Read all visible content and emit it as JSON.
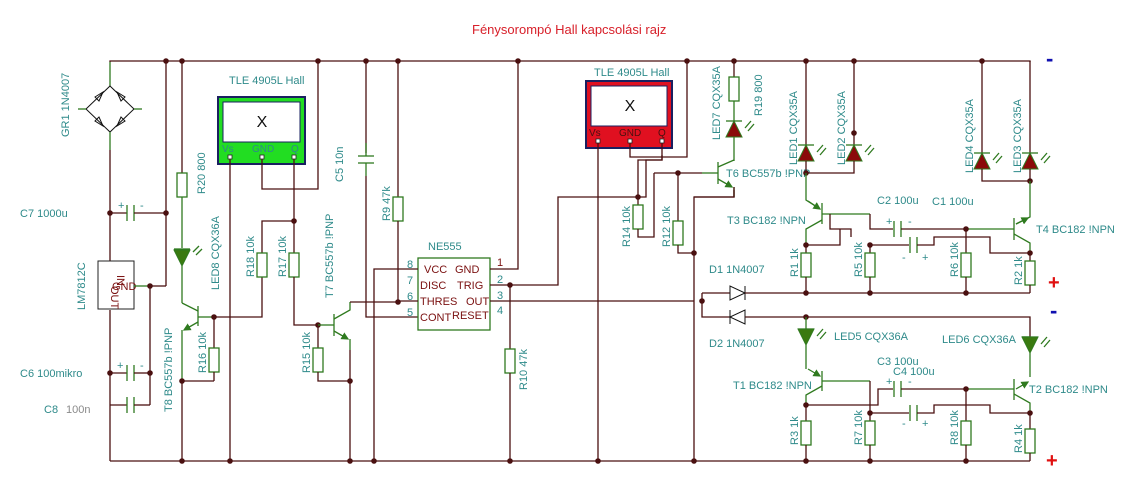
{
  "title": "Fénysorompó Hall kapcsolási rajz",
  "terminals": {
    "minus": "-",
    "plus": "+"
  },
  "hall1": {
    "label": "TLE 4905L Hall",
    "symbol": "X",
    "pins": [
      "Vs",
      "GND",
      "Q"
    ],
    "body_color": "#22dd22"
  },
  "hall2": {
    "label": "TLE 4905L Hall",
    "symbol": "X",
    "pins": [
      "Vs",
      "GND",
      "Q"
    ],
    "body_color": "#e01020"
  },
  "ic": {
    "label": "NE555",
    "left_pins": [
      {
        "num": "8",
        "name": "VCC"
      },
      {
        "num": "7",
        "name": "DISC"
      },
      {
        "num": "6",
        "name": "THRES"
      },
      {
        "num": "5",
        "name": "CONT"
      }
    ],
    "right_pins": [
      {
        "num": "1",
        "name": "GND"
      },
      {
        "num": "2",
        "name": "TRIG"
      },
      {
        "num": "3",
        "name": "OUT"
      },
      {
        "num": "4",
        "name": "RESET"
      }
    ]
  },
  "regulator": {
    "label": "LM7812C",
    "pins": {
      "in": "IN",
      "gnd": "GND",
      "out": "OUT"
    }
  },
  "components": {
    "gr1": "GR1 1N4007",
    "c7": "C7 1000u",
    "c6": "C6 100mikro",
    "c8_name": "C8",
    "c8_value": "100n",
    "c5": "C5 10n",
    "r20": "R20 800",
    "led8": "LED8 CQX36A",
    "t8": "T8 BC557b !PNP",
    "r16": "R16 10k",
    "r18": "R18 10k",
    "r17": "R17 10k",
    "t7": "T7 BC557b !PNP",
    "r15": "R15 10k",
    "r9": "R9 47k",
    "r10": "R10 47k",
    "r14": "R14 10k",
    "r12": "R12 10k",
    "led7": "LED7 CQX35A",
    "r19": "R19 800",
    "t6": "T6 BC557b !PNP",
    "led1": "LED1 CQX35A",
    "led2": "LED2 CQX35A",
    "led4": "LED4 CQX35A",
    "led3": "LED3 CQX35A",
    "t3": "T3 BC182 !NPN",
    "t4": "T4 BC182 !NPN",
    "c2": "C2 100u",
    "c1": "C1 100u",
    "r1": "R1 1k",
    "r5": "R5 10k",
    "r6": "R6 10k",
    "r2": "R2 1k",
    "d1": "D1 1N4007",
    "d2": "D2 1N4007",
    "led5": "LED5 CQX36A",
    "led6": "LED6 CQX36A",
    "t1": "T1 BC182 !NPN",
    "t2": "T2 BC182 !NPN",
    "c3": "C3 100u",
    "c4": "C4 100u",
    "r3": "R3 1k",
    "r7": "R7 10k",
    "r8": "R8 10k",
    "r4": "R4 1k"
  },
  "cap_signs": {
    "plus": "+",
    "minus": "-"
  }
}
